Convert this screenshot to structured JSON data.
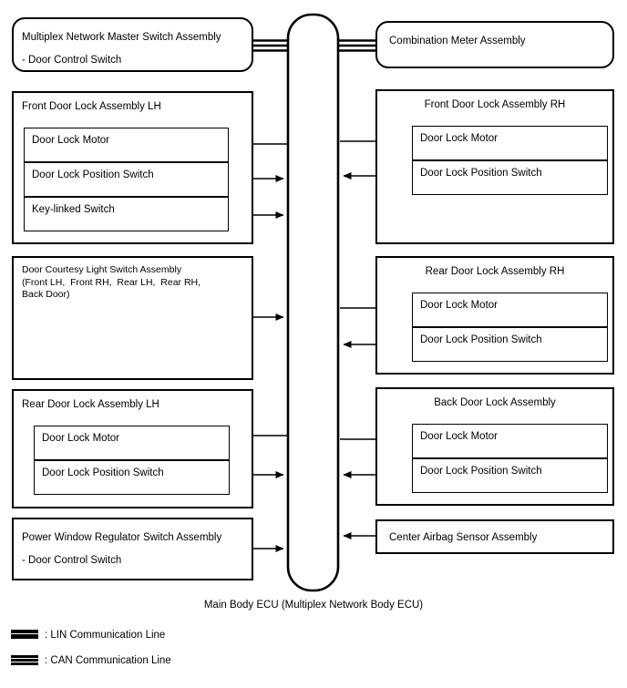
{
  "diagram": {
    "center_bus": {
      "caption": "Main Body ECU (Multiplex Network Body ECU)"
    },
    "top_left_box": {
      "line1": "Multiplex Network Master Switch Assembly",
      "line2": "- Door Control Switch"
    },
    "top_right_box": {
      "title": "Combination Meter Assembly"
    },
    "front_door_lh": {
      "title": "Front Door Lock Assembly LH",
      "items": [
        "Door Lock Motor",
        "Door Lock Position Switch",
        "Key-linked Switch"
      ]
    },
    "front_door_rh": {
      "title": "Front Door Lock Assembly RH",
      "items": [
        "Door Lock Motor",
        "Door Lock Position Switch"
      ]
    },
    "courtesy_light": {
      "line1": "Door Courtesy Light Switch Assembly",
      "line2": "(Front LH,  Front RH,  Rear LH,  Rear RH,",
      "line3": "Back Door)"
    },
    "rear_door_rh": {
      "title": "Rear Door Lock Assembly RH",
      "items": [
        "Door Lock Motor",
        "Door Lock Position Switch"
      ]
    },
    "rear_door_lh": {
      "title": "Rear Door Lock Assembly LH",
      "items": [
        "Door Lock Motor",
        "Door Lock Position Switch"
      ]
    },
    "back_door": {
      "title": "Back Door Lock Assembly",
      "items": [
        "Door Lock Motor",
        "Door Lock Position Switch"
      ]
    },
    "power_window": {
      "line1": "Power Window Regulator Switch Assembly",
      "line2": "- Door Control Switch"
    },
    "airbag_sensor": {
      "title": "Center Airbag Sensor Assembly"
    },
    "legend": [
      {
        "label": ": LIN Communication Line",
        "style": "lin"
      },
      {
        "label": ": CAN Communication Line",
        "style": "can"
      }
    ],
    "colors": {
      "line": "#000000",
      "background": "#ffffff"
    }
  }
}
